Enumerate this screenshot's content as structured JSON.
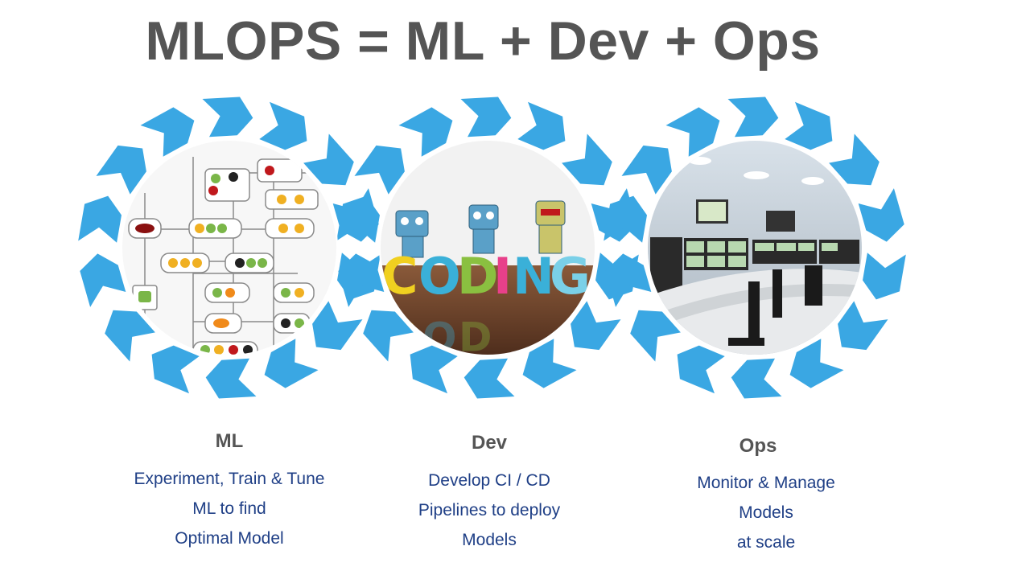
{
  "title": "MLOPS = ML + Dev + Ops",
  "colors": {
    "accent": "#3aa7e3",
    "title": "#555555",
    "desc": "#1f3f86"
  },
  "panels": [
    {
      "name": "ML",
      "image": "workflow-graph-image",
      "lines": [
        "Experiment, Train & Tune",
        "ML to find",
        "Optimal Model"
      ]
    },
    {
      "name": "Dev",
      "image": "coding-robots-image",
      "image_text": "CODING",
      "lines": [
        "Develop CI / CD",
        "Pipelines to deploy",
        "Models"
      ]
    },
    {
      "name": "Ops",
      "image": "control-room-image",
      "lines": [
        "Monitor & Manage",
        "Models",
        "at scale"
      ]
    }
  ]
}
